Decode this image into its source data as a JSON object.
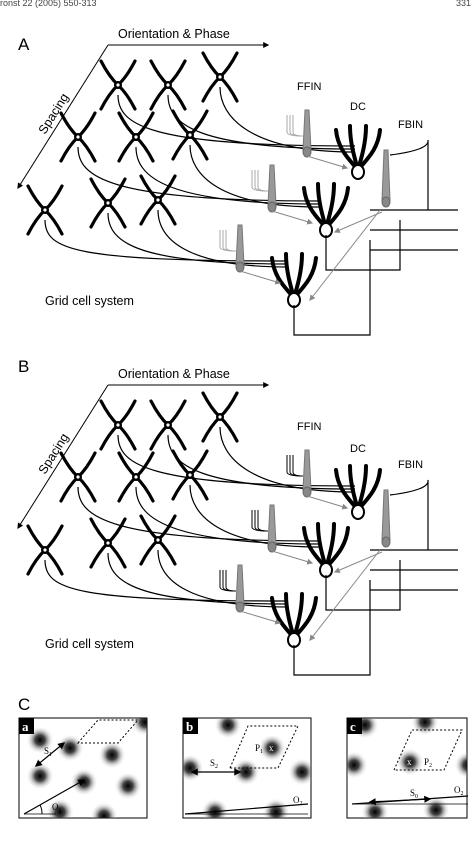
{
  "header": {
    "text": "ronst 22 (2005) 550-313",
    "page": "331"
  },
  "panel_a": {
    "letter": "A",
    "orientation_label": "Orientation & Phase",
    "spacing_label": "Spacing",
    "ffin_label": "FFIN",
    "dc_label": "DC",
    "fbin_label": "FBIN",
    "system_label": "Grid cell system"
  },
  "panel_b": {
    "letter": "B",
    "orientation_label": "Orientation & Phase",
    "spacing_label": "Spacing",
    "ffin_label": "FFIN",
    "dc_label": "DC",
    "fbin_label": "FBIN",
    "system_label": "Grid cell system"
  },
  "panel_c": {
    "letter": "C",
    "subpanels": [
      {
        "letter": "a",
        "s_label": "S",
        "s_sub": "1",
        "o_label": "O",
        "o_sub": "1"
      },
      {
        "letter": "b",
        "p_label": "P",
        "p_sub": "1",
        "s_label": "S",
        "s_sub": "2",
        "o_label": "O",
        "o_sub": "2",
        "x_mark": "x"
      },
      {
        "letter": "c",
        "p_label": "P",
        "p_sub": "2",
        "s_label": "S",
        "s_sub": "0",
        "o_label": "O",
        "o_sub": "2",
        "x_mark": "x"
      }
    ]
  }
}
